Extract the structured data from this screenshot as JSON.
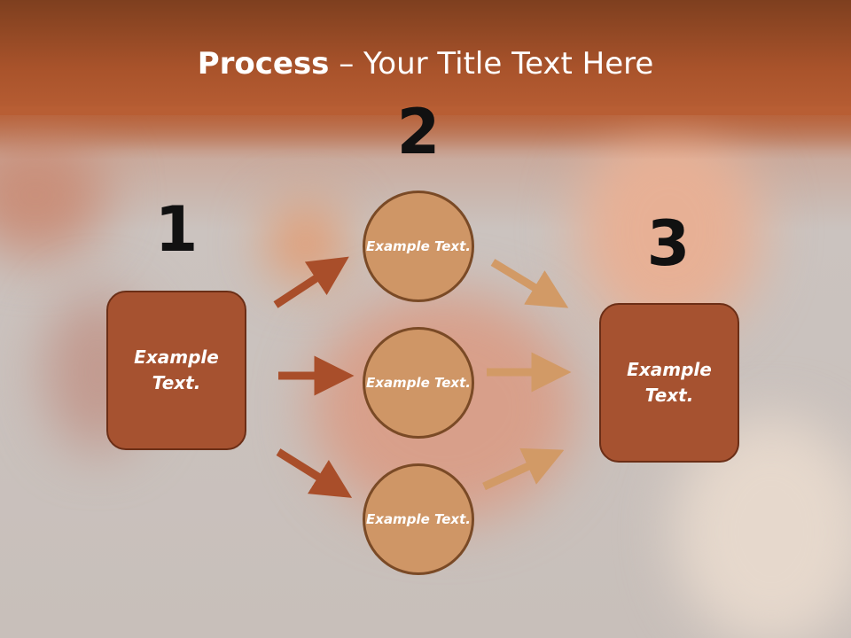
{
  "title": {
    "bold": "Process",
    "rest": " – Your Title Text Here"
  },
  "steps": {
    "one": "1",
    "two": "2",
    "three": "3"
  },
  "boxes": {
    "left": "Example Text.",
    "right": "Example Text."
  },
  "circles": {
    "top": "Example Text.",
    "middle": "Example Text.",
    "bottom": "Example Text."
  },
  "colors": {
    "box": "#a65230",
    "circle": "#cf9666",
    "arrow_left": "#a94e2a",
    "arrow_right": "#d29a66"
  }
}
